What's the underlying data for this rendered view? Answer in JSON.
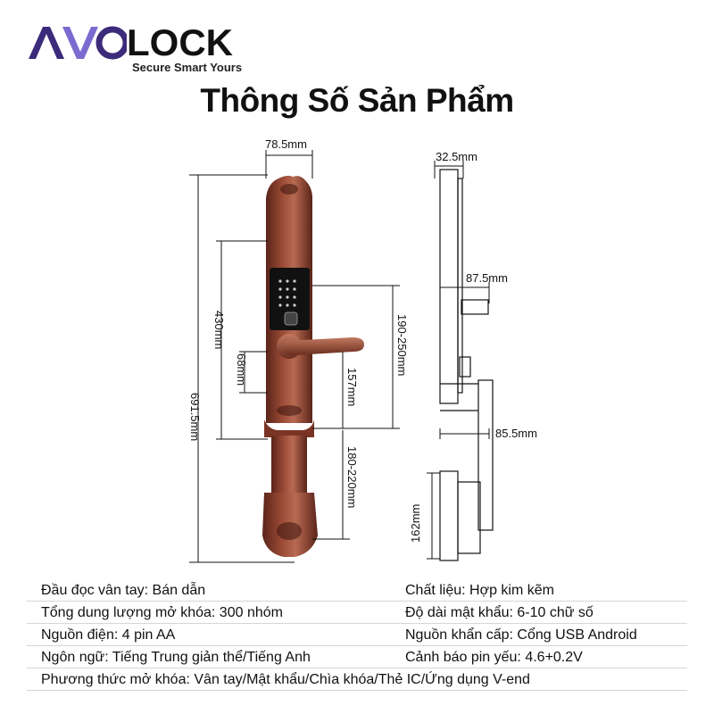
{
  "brand": {
    "name_rest": "LOCK",
    "tagline": "Secure Smart Yours",
    "color_dark": "#3c2a7a",
    "color_accent": "#7b6ad0"
  },
  "title": "Thông Số Sản Phẩm",
  "dimensions": {
    "front_width": "78.5mm",
    "total_height": "691.5mm",
    "body_height": "430mm",
    "handle_gap": "68mm",
    "center_distance": "157mm",
    "door_range_top": "190-250mm",
    "door_range_bottom": "180-220mm",
    "side_depth": "32.5mm",
    "side_handle": "87.5mm",
    "side_back": "85.5mm",
    "side_bottom": "162mm"
  },
  "specs": [
    {
      "left": "Đầu đọc vân tay: Bán dẫn",
      "right": "Chất liệu: Hợp kim kẽm"
    },
    {
      "left": "Tổng dung lượng mở khóa: 300 nhóm",
      "right": "Độ dài mật khẩu: 6-10 chữ số"
    },
    {
      "left": "Nguồn điện: 4 pin AA",
      "right": "Nguồn khẩn cấp: Cổng USB Android"
    },
    {
      "left": "Ngôn ngữ: Tiếng Trung giản thể/Tiếng Anh",
      "right": "Cảnh báo pin yếu: 4.6+0.2V"
    },
    {
      "left": "Phương thức mở khóa: Vân tay/Mật khẩu/Chìa khóa/Thẻ IC/Ứng dụng V-end",
      "right": ""
    }
  ]
}
